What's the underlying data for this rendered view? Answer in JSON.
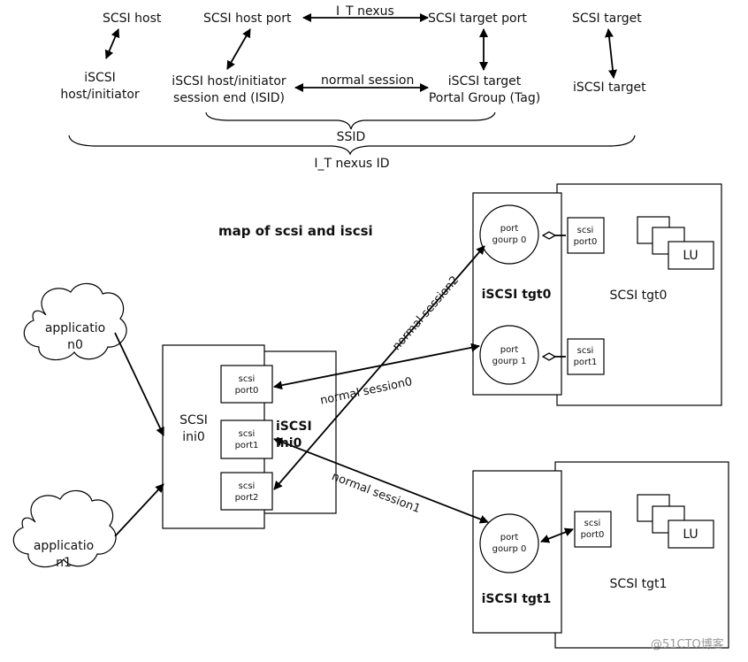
{
  "top": {
    "scsi_host": "SCSI host",
    "scsi_host_port": "SCSI host port",
    "it_nexus": "I_T nexus",
    "scsi_target_port": "SCSI target port",
    "scsi_target": "SCSI target",
    "iscsi_host_initiator": "iSCSI\nhost/initiator",
    "iscsi_session_end": "iSCSI host/initiator\nsession end (ISID)",
    "normal_session": "normal session",
    "iscsi_tpg": "iSCSI target\nPortal Group (Tag)",
    "iscsi_target": "iSCSI target",
    "ssid": "SSID",
    "it_nexus_id": "I_T nexus ID"
  },
  "map": {
    "title": "map of scsi and iscsi",
    "app0": "applicatio\nn0",
    "app1": "applicatio\nn1",
    "scsi_ini0": "SCSI\nini0",
    "iscsi_ini0": "iSCSI\nini0",
    "ini_ports": [
      "scsi\nport0",
      "scsi\nport1",
      "scsi\nport2"
    ],
    "tgt0": {
      "iscsi_label": "iSCSI tgt0",
      "scsi_label": "SCSI tgt0",
      "pg0": "port\ngourp 0",
      "pg1": "port\ngourp 1",
      "port0": "scsi\nport0",
      "port1": "scsi\nport1",
      "lu": "LU"
    },
    "tgt1": {
      "iscsi_label": "iSCSI tgt1",
      "scsi_label": "SCSI tgt1",
      "pg0": "port\ngourp 0",
      "port0": "scsi\nport0",
      "lu": "LU"
    },
    "sessions": {
      "s0": "normal session0",
      "s1": "normal session1",
      "s2": "normal session2"
    }
  },
  "watermark": "@51CTO博客"
}
